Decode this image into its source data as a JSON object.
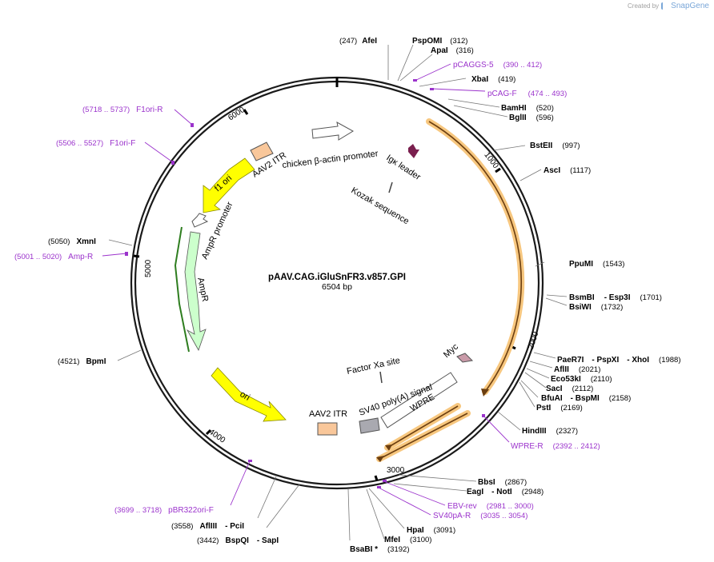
{
  "watermark": {
    "created_by": "Created by",
    "brand": "SnapGene"
  },
  "plasmid": {
    "name": "pAAV.CAG.iGluSnFR3.v857.GPI",
    "length": "6504 bp"
  },
  "ruler": [
    "1000",
    "2000",
    "3000",
    "4000",
    "5000",
    "6000"
  ],
  "sites": [
    {
      "name": "AfeI",
      "pos": "(247)"
    },
    {
      "name": "PspOMI",
      "pos": "(312)"
    },
    {
      "name": "ApaI",
      "pos": "(316)"
    },
    {
      "name": "XbaI",
      "pos": "(419)"
    },
    {
      "name": "BamHI",
      "pos": "(520)"
    },
    {
      "name": "BglII",
      "pos": "(596)"
    },
    {
      "name": "BstEII",
      "pos": "(997)"
    },
    {
      "name": "AscI",
      "pos": "(1117)"
    },
    {
      "name": "PpuMI",
      "pos": "(1543)"
    },
    {
      "name": "BsmBI",
      "name2": "Esp3I",
      "pos": "(1701)"
    },
    {
      "name": "BsiWI",
      "pos": "(1732)"
    },
    {
      "name": "PaeR7I",
      "name2": "PspXI",
      "name3": "XhoI",
      "pos": "(1988)"
    },
    {
      "name": "AflII",
      "pos": "(2021)"
    },
    {
      "name": "Eco53kI",
      "pos": "(2110)"
    },
    {
      "name": "SacI",
      "pos": "(2112)"
    },
    {
      "name": "BfuAI",
      "name2": "BspMI",
      "pos": "(2158)"
    },
    {
      "name": "PstI",
      "pos": "(2169)"
    },
    {
      "name": "HindIII",
      "pos": "(2327)"
    },
    {
      "name": "BbsI",
      "pos": "(2867)"
    },
    {
      "name": "EagI",
      "name2": "NotI",
      "pos": "(2948)"
    },
    {
      "name": "HpaI",
      "pos": "(3091)"
    },
    {
      "name": "MfeI",
      "pos": "(3100)"
    },
    {
      "name": "BsaBI *",
      "pos": "(3192)"
    },
    {
      "name": "BspQI",
      "name2": "SapI",
      "pos": "(3442)"
    },
    {
      "name": "AflIII",
      "name2": "PciI",
      "pos": "(3558)"
    },
    {
      "name": "BpmI",
      "pos": "(4521)"
    },
    {
      "name": "XmnI",
      "pos": "(5050)"
    }
  ],
  "primers": [
    {
      "name": "pCAGGS-5",
      "range": "(390 .. 412)"
    },
    {
      "name": "pCAG-F",
      "range": "(474 .. 493)"
    },
    {
      "name": "WPRE-R",
      "range": "(2392 .. 2412)"
    },
    {
      "name": "EBV-rev",
      "range": "(2981 .. 3000)"
    },
    {
      "name": "SV40pA-R",
      "range": "(3035 .. 3054)"
    },
    {
      "name": "pBR322ori-F",
      "range": "(3699 .. 3718)"
    },
    {
      "name": "Amp-R",
      "range": "(5001 .. 5020)"
    },
    {
      "name": "F1ori-F",
      "range": "(5506 .. 5527)"
    },
    {
      "name": "F1ori-R",
      "range": "(5718 .. 5737)"
    }
  ],
  "features": {
    "cba_promoter": "chicken β-actin promoter",
    "igk": "Igκ leader",
    "kozak": "Kozak sequence",
    "aav2_itr_top": "AAV2 ITR",
    "f1_ori": "f1 ori",
    "ampr_promoter": "AmpR promoter",
    "ampr": "AmpR",
    "ori": "ori",
    "aav2_itr_bottom": "AAV2 ITR",
    "sv40": "SV40 poly(A) signal",
    "wpre": "WPRE",
    "factor_xa": "Factor Xa site",
    "myc": "Myc"
  },
  "colors": {
    "primer": "#9b33cc",
    "itr": "#f9c79a",
    "origin": "#ffff00",
    "ampr": "#ccffcc",
    "orf_glow": "#f7c77f",
    "igk": "#7a1f4e",
    "myc": "#c99aa8",
    "sv40": "#a9a9b0"
  }
}
